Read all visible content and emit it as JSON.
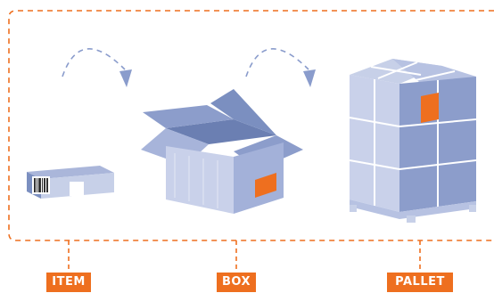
{
  "labels": {
    "item": "ITEM",
    "box": "BOX",
    "pallet": "PALLET"
  },
  "item_barcode_text": "",
  "colors": {
    "accent_orange": "#ee6f1f",
    "box_blue": "#7b8fc0",
    "box_light": "#c7d0e8",
    "box_mid": "#9eacd3",
    "arrow_blue": "#8a9ccc",
    "border_dashed": "#ee6f1f"
  },
  "icons": [
    "item-package-icon",
    "open-box-icon",
    "pallet-stack-icon",
    "curved-arrow-icon"
  ]
}
